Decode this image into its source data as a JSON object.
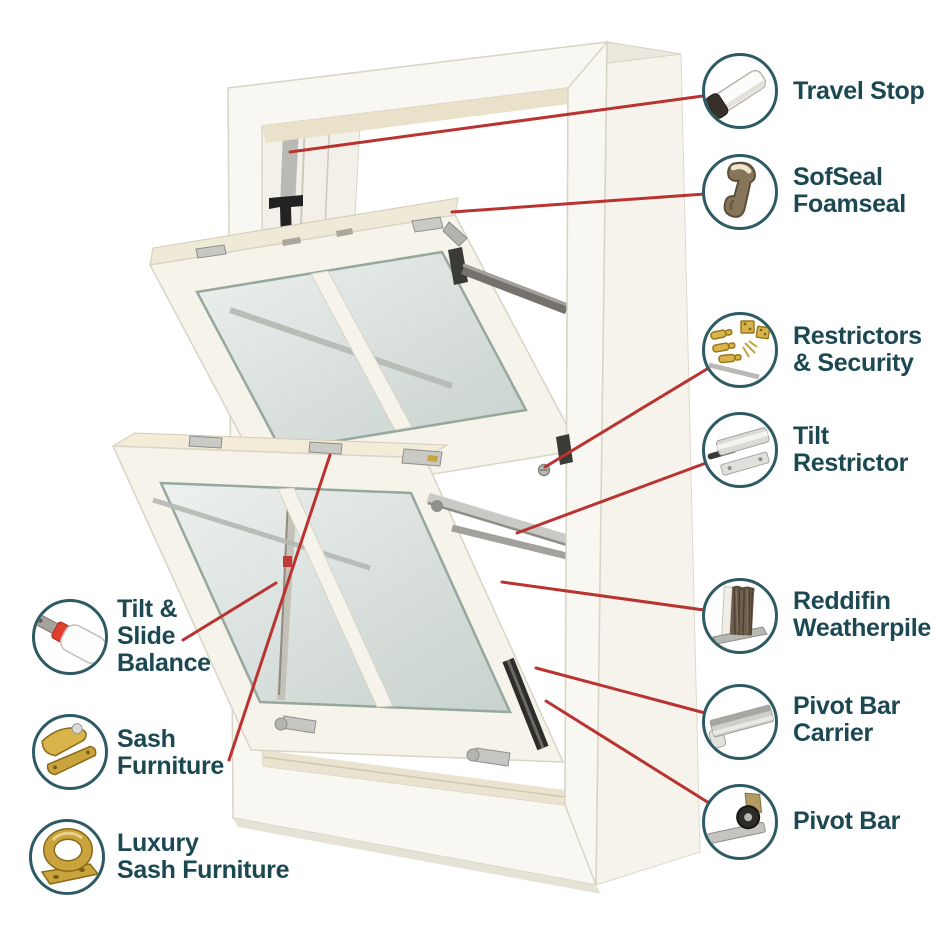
{
  "diagram": {
    "subject": "sash-window-components",
    "colors": {
      "label_text": "#1c4852",
      "circle_ring": "#2d5a63",
      "connector_line": "#b93331",
      "frame_white": "#f9f7f1",
      "brass": "#c9a43c",
      "glass": "#dde4e0"
    }
  },
  "callouts": {
    "right": [
      {
        "icon": "travel-stop-icon",
        "lines": [
          "Travel Stop"
        ]
      },
      {
        "icon": "foamseal-icon",
        "lines": [
          "SofSeal",
          "Foamseal"
        ]
      },
      {
        "icon": "restrictors-icon",
        "lines": [
          "Restrictors",
          "& Security"
        ]
      },
      {
        "icon": "tilt-restrictor-icon",
        "lines": [
          "Tilt",
          "Restrictor"
        ]
      },
      {
        "icon": "weatherpile-icon",
        "lines": [
          "Reddifin",
          "Weatherpile"
        ]
      },
      {
        "icon": "pivot-bar-carrier-icon",
        "lines": [
          "Pivot Bar",
          "Carrier"
        ]
      },
      {
        "icon": "pivot-bar-icon",
        "lines": [
          "Pivot Bar"
        ]
      }
    ],
    "left": [
      {
        "icon": "tilt-slide-balance-icon",
        "lines": [
          "Tilt &",
          "Slide",
          "Balance"
        ]
      },
      {
        "icon": "sash-furniture-icon",
        "lines": [
          "Sash",
          "Furniture"
        ]
      },
      {
        "icon": "luxury-sash-furniture-icon",
        "lines": [
          "Luxury",
          "Sash Furniture"
        ]
      }
    ]
  }
}
